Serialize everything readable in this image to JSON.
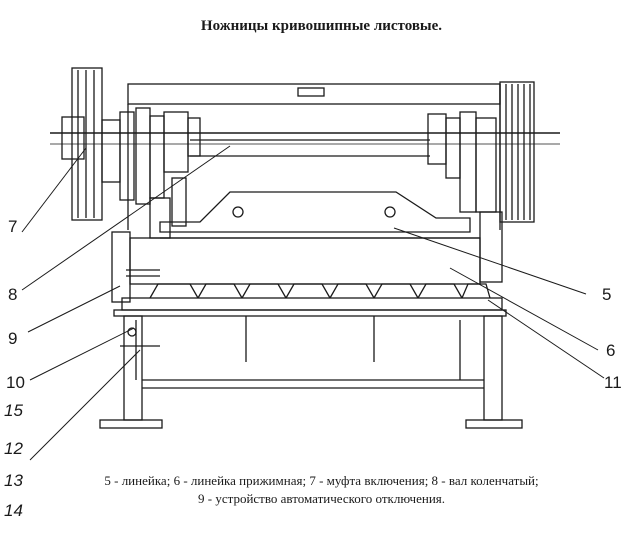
{
  "title": "Ножницы кривошипные листовые.",
  "callouts": {
    "c5": "5",
    "c6": "6",
    "c7": "7",
    "c8": "8",
    "c9": "9",
    "c10": "10",
    "c11": "11"
  },
  "margin_marks": {
    "m12": "12",
    "m13": "13",
    "m14": "14",
    "m15": "15"
  },
  "caption": {
    "line1": "5 - линейка; 6 - линейка прижимная; 7 - муфта включения; 8 - вал коленчатый;",
    "line2": "9 - устройство автоматического отключения."
  },
  "colors": {
    "ink": "#1a1a1a",
    "paper": "#ffffff"
  }
}
